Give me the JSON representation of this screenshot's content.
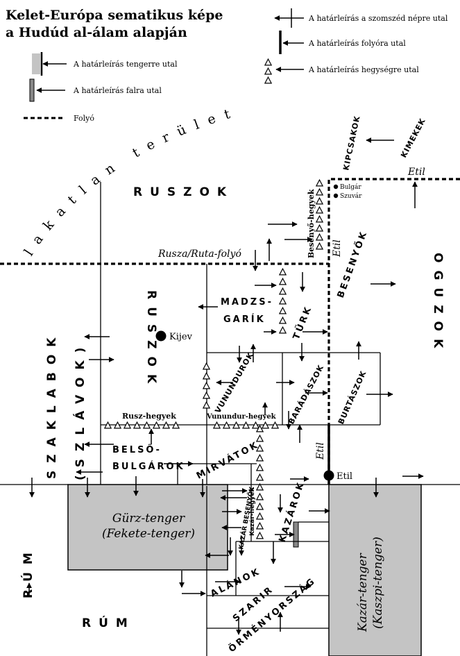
{
  "title": {
    "line1": "Kelet-Európa sematikus képe",
    "line2": "a Hudúd al-álam alapján"
  },
  "legend": {
    "sea": "A határleírás tengerre utal",
    "wall": "A határleírás falra utal",
    "river_line": "Folyó",
    "people": "A határleírás a szomszéd népre utal",
    "river": "A határleírás folyóra utal",
    "mountain": "A határleírás hegységre utal"
  },
  "labels": {
    "uninhabited": "lakatlan terület",
    "ruszok_top": "RUSZOK",
    "ruszok_vertical": "RUSZOK",
    "szaklabok": "SZAKLABOK",
    "szlavok": "(SZLÁVOK)",
    "kipcsakok": "KIPCSAKOK",
    "kimekek": "KIMEKEK",
    "oguzok": "OGUZOK",
    "besenyok_e": "BESENYŐK",
    "besenyo_hegyek": "Besenyő-hegyek",
    "etil_top": "Etil",
    "etil_mid": "Etil",
    "etil_low": "Etil",
    "bulgar": "Bulgár",
    "szuvar": "Szuvár",
    "rusza_folyo": "Rusza/Ruta-folyó",
    "madzs_1": "MADZS-",
    "madzs_2": "GARÍK",
    "turk": "TÜRK",
    "kijev": "Kijev",
    "vununndurok": "VUNUNDUROK",
    "baradaszok": "BARÁDÁSZOK",
    "burtaszok": "BURTÁSZOK",
    "rusz_hegyek": "Rusz-hegyek",
    "vunundur_hegyek": "Vunundur-hegyek",
    "belso_1": "BELSŐ-",
    "belso_2": "BULGÁROK",
    "mirvatok": "MIRVÁTOK",
    "kazarok": "KAZÁROK",
    "etil_city": "Etil",
    "kazar_hegyek": "Kazár-hegyek",
    "kazar_besenyok": "KAZÁR BESENYŐK",
    "gurz_1": "Gürz-tenger",
    "gurz_2": "(Fekete-tenger)",
    "kazar_tenger_1": "Kazár-tenger",
    "kazar_tenger_2": "(Kaszpi-tenger)",
    "rum_vertical": "RÚM",
    "rum_bottom": "RÚM",
    "alanok": "ALÁNOK",
    "szarir": "SZARIR",
    "ormenyorszag": "ÖRMÉNYORSZÁG"
  },
  "colors": {
    "ink": "#000000",
    "sea_fill": "#c4c4c4",
    "wall_fill": "#888888"
  }
}
